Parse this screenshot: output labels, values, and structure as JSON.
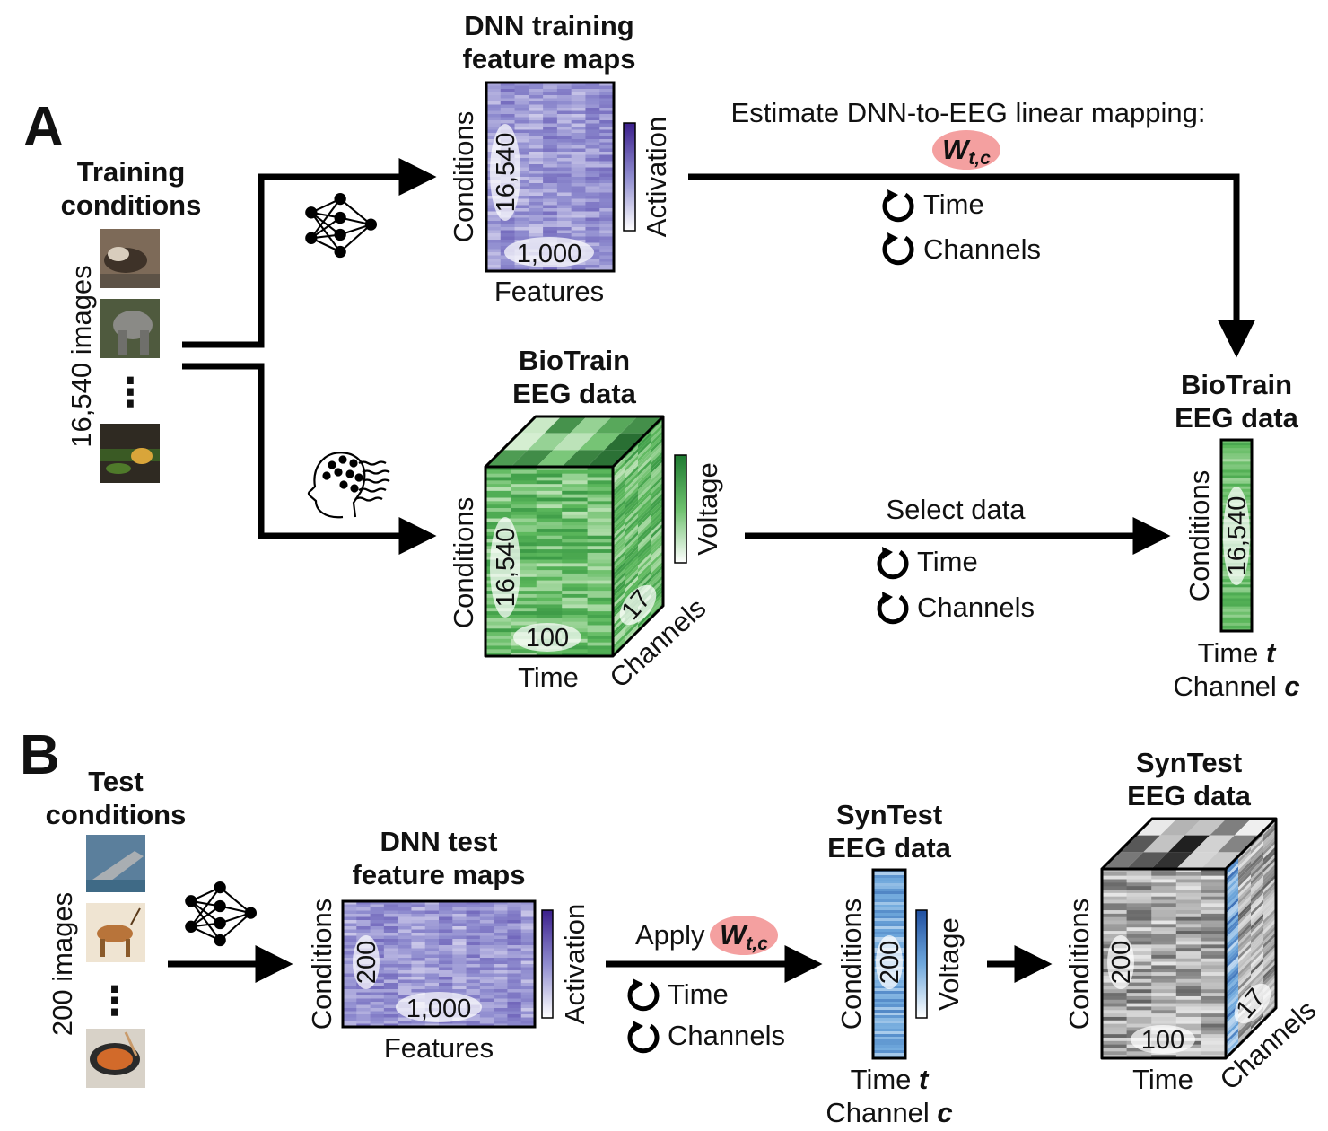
{
  "panelA": {
    "letter": "A",
    "training_title_1": "Training",
    "training_title_2": "conditions",
    "images_label": "16,540 images",
    "dots": "⋮",
    "dnn_title_1": "DNN training",
    "dnn_title_2": "feature maps",
    "dnn_conditions": "Conditions",
    "dnn_rows": "16,540",
    "dnn_cols": "1,000",
    "dnn_features": "Features",
    "dnn_activation": "Activation",
    "estimate_text": "Estimate DNN-to-EEG linear mapping:",
    "weight_main": "W",
    "weight_sub": "t,c",
    "loop_time": "Time",
    "loop_channels": "Channels",
    "eeg_title_1": "BioTrain",
    "eeg_title_2": "EEG data",
    "eeg_conditions": "Conditions",
    "eeg_rows": "16,540",
    "eeg_time_count": "100",
    "eeg_channel_count": "17",
    "eeg_time": "Time",
    "eeg_channels": "Channels",
    "eeg_voltage": "Voltage",
    "select_text": "Select data",
    "select_time": "Time",
    "select_channels": "Channels",
    "right_title_1": "BioTrain",
    "right_title_2": "EEG data",
    "right_conditions": "Conditions",
    "right_rows": "16,540",
    "right_time_prefix": "Time ",
    "right_time_var": "t",
    "right_channel_prefix": "Channel ",
    "right_channel_var": "c"
  },
  "panelB": {
    "letter": "B",
    "test_title_1": "Test",
    "test_title_2": "conditions",
    "images_label": "200 images",
    "dots": "⋮",
    "dnn_title_1": "DNN test",
    "dnn_title_2": "feature maps",
    "dnn_conditions": "Conditions",
    "dnn_rows": "200",
    "dnn_cols": "1,000",
    "dnn_features": "Features",
    "dnn_activation": "Activation",
    "apply_text": "Apply",
    "weight_main": "W",
    "weight_sub": "t,c",
    "loop_time": "Time",
    "loop_channels": "Channels",
    "syn_title_1": "SynTest",
    "syn_title_2": "EEG data",
    "syn_conditions": "Conditions",
    "syn_rows": "200",
    "syn_voltage": "Voltage",
    "syn_time_prefix": "Time ",
    "syn_time_var": "t",
    "syn_channel_prefix": "Channel ",
    "syn_channel_var": "c",
    "cube_title_1": "SynTest",
    "cube_title_2": "EEG data",
    "cube_conditions": "Conditions",
    "cube_rows": "200",
    "cube_time_count": "100",
    "cube_channel_count": "17",
    "cube_time": "Time",
    "cube_channels": "Channels"
  },
  "colors": {
    "activation_high": "#3b1f8c",
    "activation_mid": "#8f8ccf",
    "activation_low": "#ffffff",
    "voltage_high": "#1e7a30",
    "voltage_mid": "#5cb85c",
    "voltage_low": "#ffffff",
    "syn_high": "#1f4fa0",
    "syn_mid": "#6fa8dc",
    "weight_bubble": "#f4a0a0",
    "gray_dark": "#3a3a3a",
    "gray_light": "#e6e6e6"
  }
}
